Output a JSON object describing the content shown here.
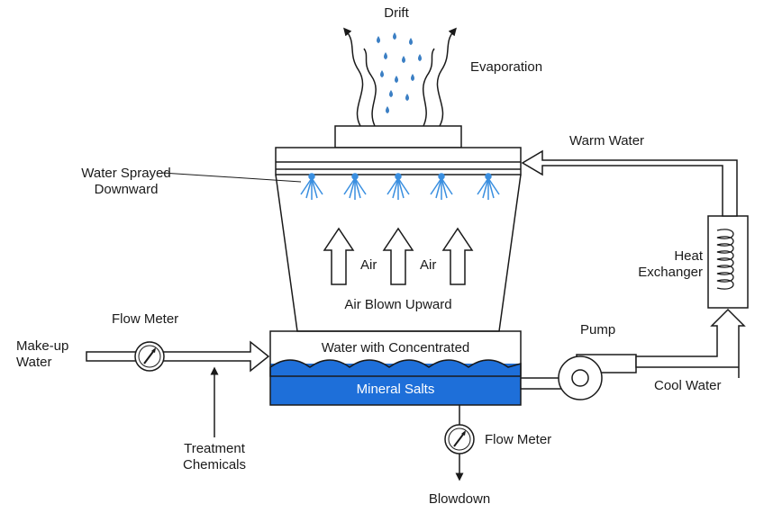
{
  "labels": {
    "drift": "Drift",
    "evaporation": "Evaporation",
    "warm_water": "Warm Water",
    "water_sprayed_line1": "Water Sprayed",
    "water_sprayed_line2": "Downward",
    "air_1": "Air",
    "air_2": "Air",
    "air_blown_upward": "Air Blown Upward",
    "heat_line1": "Heat",
    "heat_line2": "Exchanger",
    "flow_meter_left": "Flow Meter",
    "makeup_line1": "Make-up",
    "makeup_line2": "Water",
    "pump": "Pump",
    "basin_line1": "Water with Concentrated",
    "basin_line2": "Mineral Salts",
    "cool_water": "Cool Water",
    "treatment_line1": "Treatment",
    "treatment_line2": "Chemicals",
    "flow_meter_bottom": "Flow Meter",
    "blowdown": "Blowdown"
  },
  "colors": {
    "water": "#1e6fd9",
    "spray": "#3a8fe0",
    "drift_drops": "#3b7fc4",
    "line": "#1a1a1a"
  }
}
